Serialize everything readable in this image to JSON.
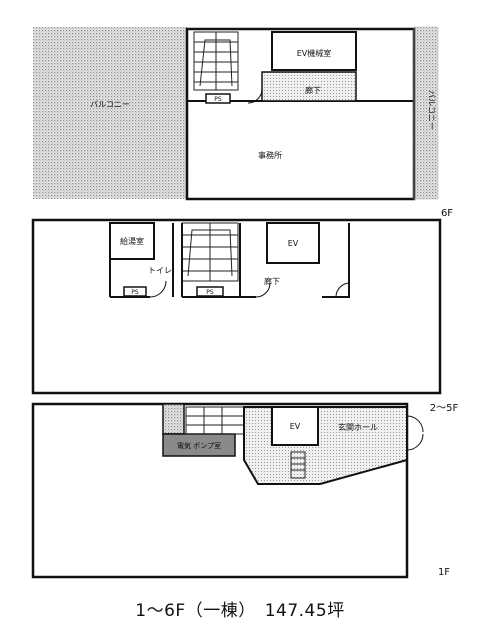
{
  "floors": {
    "top": {
      "floor_label": "6F",
      "rooms": {
        "balcony_left": "バルコニー",
        "balcony_right": "バルコニー",
        "ev_machine_room": "EV機械室",
        "corridor": "廊下",
        "office": "事務所",
        "ps": "PS"
      }
    },
    "middle": {
      "floor_label": "2～5F",
      "rooms": {
        "kitchenette": "給湯室",
        "toilet": "トイレ",
        "ev": "EV",
        "corridor": "廊下",
        "ps_left": "PS",
        "ps_right": "PS"
      }
    },
    "bottom": {
      "floor_label": "1F",
      "rooms": {
        "ev": "EV",
        "entrance_hall": "玄関ホール",
        "pump_room": "電気 ポンプ室"
      }
    }
  },
  "caption": "1～6F（一棟）　147.45坪",
  "colors": {
    "line": "#111111",
    "hatch": "#9a9a9a",
    "dark_fill": "#7a7a7a"
  }
}
